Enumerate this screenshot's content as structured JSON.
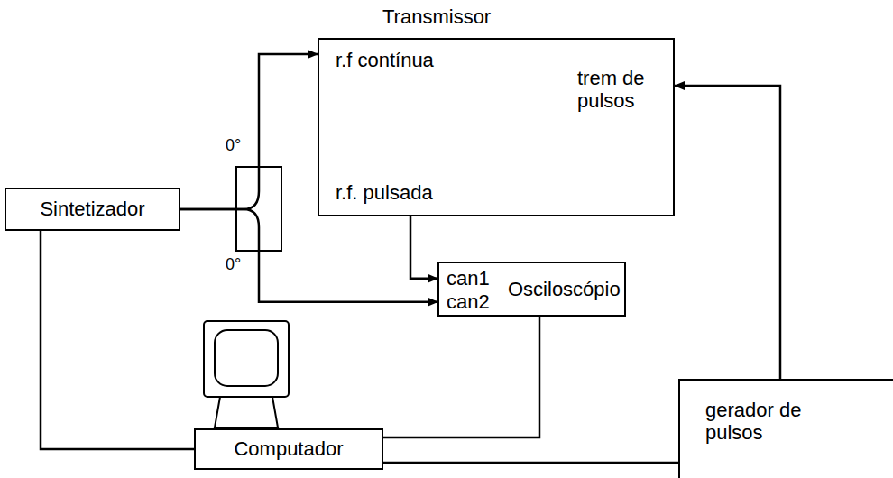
{
  "diagram": {
    "nodes": [
      {
        "text": [
          "Transmissor",
          "r.f contínua",
          "trem de pulsos",
          "r.f. pulsada"
        ]
      },
      {
        "text": [
          "Sintetizador"
        ]
      },
      {
        "text": [
          "can1",
          "can2",
          "Osciloscópio"
        ]
      },
      {
        "text": [
          "Computador"
        ]
      },
      {
        "text": [
          "gerador de pulsos"
        ]
      }
    ],
    "edges": [
      {
        "from": 1,
        "to": 0,
        "arrow": "to"
      },
      {
        "from": 1,
        "to": 2,
        "arrow": "to"
      },
      {
        "from": 0,
        "to": 2,
        "arrow": "to"
      },
      {
        "from": 4,
        "to": 0,
        "arrow": "to"
      },
      {
        "from": 1,
        "to": 3,
        "arrow": "none"
      },
      {
        "from": 2,
        "to": 3,
        "arrow": "none"
      },
      {
        "from": 3,
        "to": 4,
        "arrow": "none"
      }
    ],
    "labels": [
      "0°",
      "0°"
    ]
  }
}
